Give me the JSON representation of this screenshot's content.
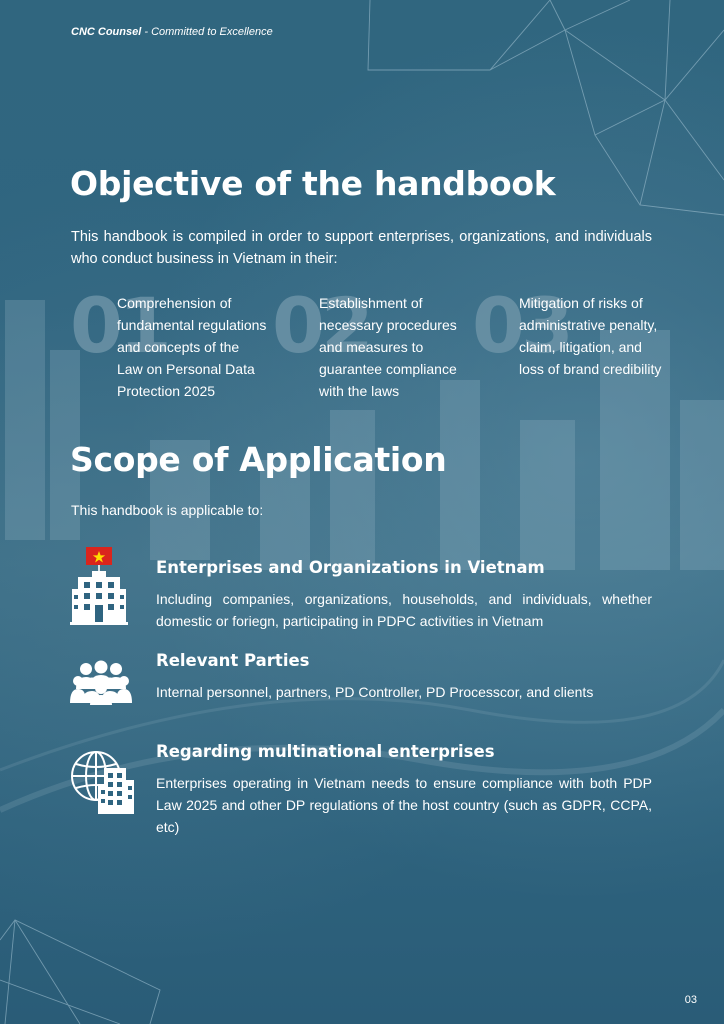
{
  "header": {
    "brand": "CNC Counsel",
    "tagline": "- Committed to Excellence"
  },
  "objective": {
    "title": "Objective of the handbook",
    "intro": "This handbook is compiled in order to support enterprises, organizations, and individuals who conduct business in Vietnam in their:",
    "items": [
      {
        "number": "01",
        "text": "Comprehension of fundamental regulations and concepts of the Law on Personal Data Protection 2025"
      },
      {
        "number": "02",
        "text": "Establishment of necessary procedures and measures to guarantee compliance with the laws"
      },
      {
        "number": "03",
        "text": "Mitigation of risks of administrative penalty, claim, litigation, and loss of brand credibility"
      }
    ]
  },
  "scope": {
    "title": "Scope of Application",
    "intro": "This handbook is applicable to:",
    "items": [
      {
        "icon": "building-flag-icon",
        "title": "Enterprises and Organizations in Vietnam",
        "desc": "Including companies, organizations, households, and individuals, whether domestic or foriegn, participating in PDPC activities in Vietnam"
      },
      {
        "icon": "people-group-icon",
        "title": "Relevant Parties",
        "desc": "Internal personnel, partners, PD Controller, PD Processcor, and clients"
      },
      {
        "icon": "globe-building-icon",
        "title": "Regarding multinational enterprises",
        "desc": "Enterprises operating in Vietnam needs to ensure compliance with both PDP Law 2025 and other DP regulations of the host country (such as GDPR, CCPA, etc)"
      }
    ]
  },
  "page_number": "03",
  "colors": {
    "background": "#2f6480",
    "number_overlay": "#6c93a7",
    "flag_red": "#da251d",
    "flag_star": "#ffde00"
  }
}
